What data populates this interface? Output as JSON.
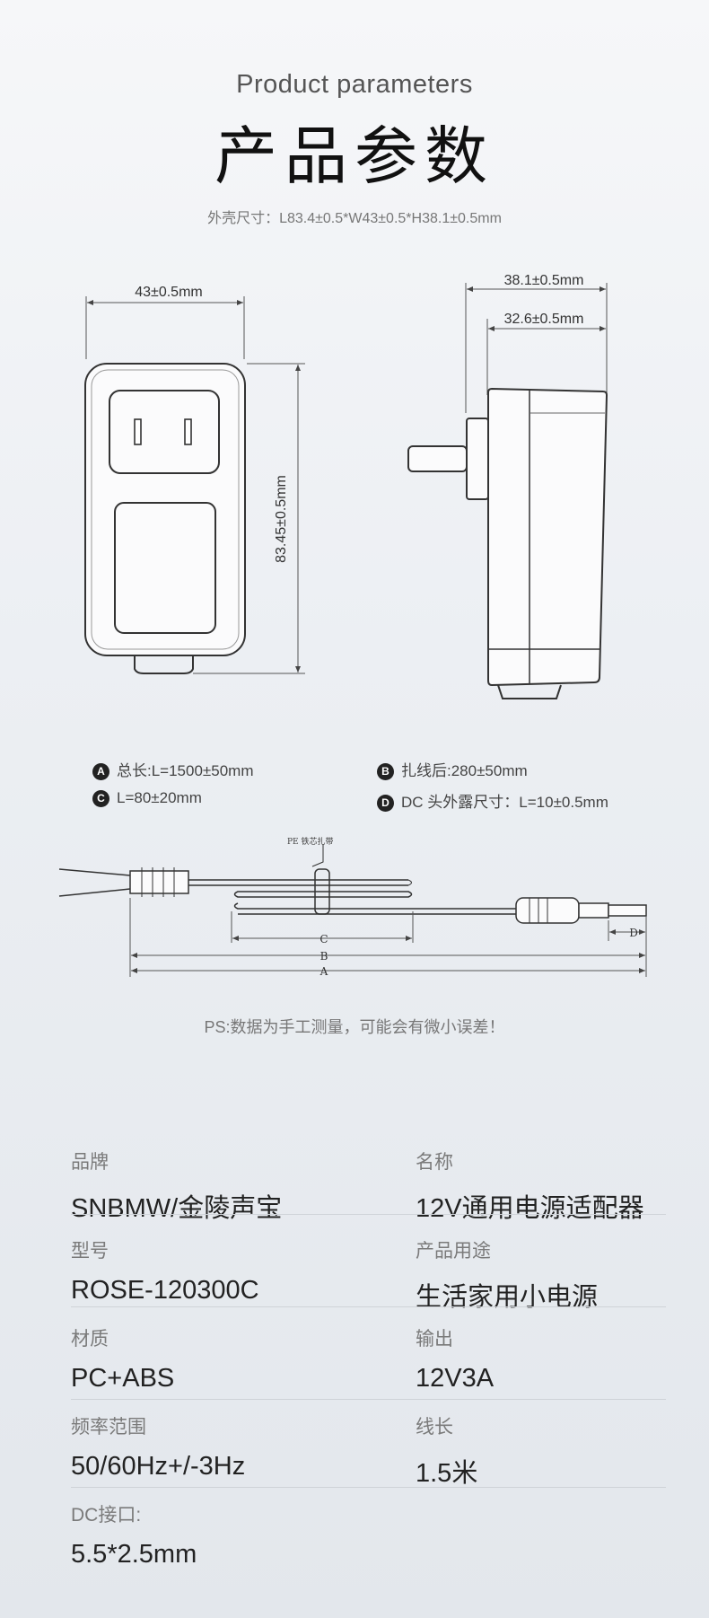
{
  "header": {
    "title_en": "Product parameters",
    "title_cn": "产品参数",
    "shell_size": "外壳尺寸：L83.4±0.5*W43±0.5*H38.1±0.5mm"
  },
  "dimensions": {
    "width": "43±0.5mm",
    "height": "83.45±0.5mm",
    "depth_total": "38.1±0.5mm",
    "depth_body": "32.6±0.5mm"
  },
  "cable_specs": [
    {
      "badge": "A",
      "text": "总长:L=1500±50mm"
    },
    {
      "badge": "B",
      "text": "扎线后:280±50mm"
    },
    {
      "badge": "C",
      "text": "L=80±20mm"
    },
    {
      "badge": "D",
      "text": "DC 头外露尺寸：L=10±0.5mm"
    }
  ],
  "cable_drawing": {
    "pe_label": "PE 铁芯扎带",
    "marks": [
      "C",
      "B",
      "A",
      "D"
    ]
  },
  "ps_note": "PS:数据为手工测量，可能会有微小误差！",
  "params": [
    {
      "label": "品牌",
      "value": "SNBMW/金陵声宝"
    },
    {
      "label": "名称",
      "value": "12V通用电源适配器"
    },
    {
      "label": "型号",
      "value": "ROSE-120300C"
    },
    {
      "label": "产品用途",
      "value": "生活家用小电源"
    },
    {
      "label": "材质",
      "value": "PC+ABS"
    },
    {
      "label": "输出",
      "value": "12V3A"
    },
    {
      "label": "频率范围",
      "value": "50/60Hz+/-3Hz"
    },
    {
      "label": "线长",
      "value": "1.5米"
    },
    {
      "label": "DC接口:",
      "value": "5.5*2.5mm"
    }
  ]
}
